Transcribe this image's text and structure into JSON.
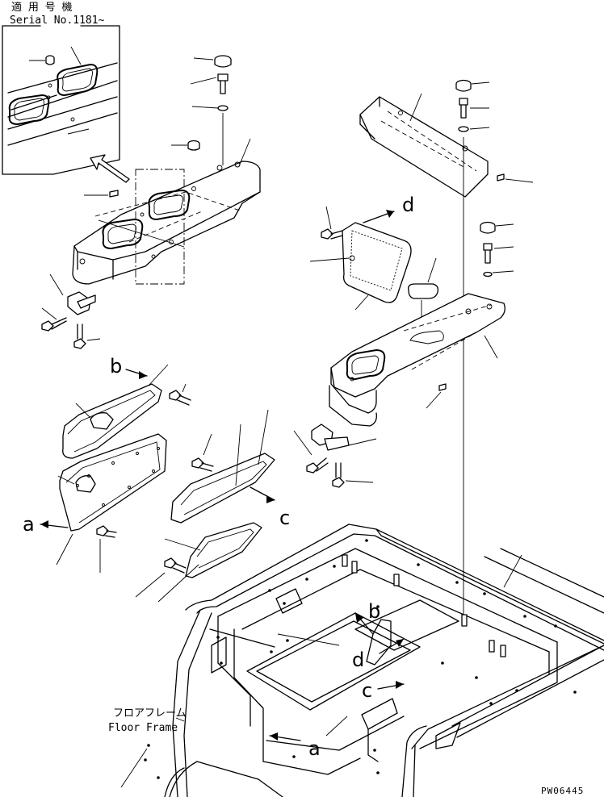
{
  "header": {
    "applicable_model_jp": "適 用 号 機",
    "serial": "Serial No.1181~"
  },
  "labels": {
    "a_left": "a",
    "b_left": "b",
    "c_left": "c",
    "d_right": "d",
    "a_frame": "a",
    "b_frame": "b",
    "c_frame": "c",
    "d_frame": "d"
  },
  "floor_frame": {
    "jp": "フロアフレーム",
    "en": "Floor Frame"
  },
  "drawing_code": "PW06445"
}
